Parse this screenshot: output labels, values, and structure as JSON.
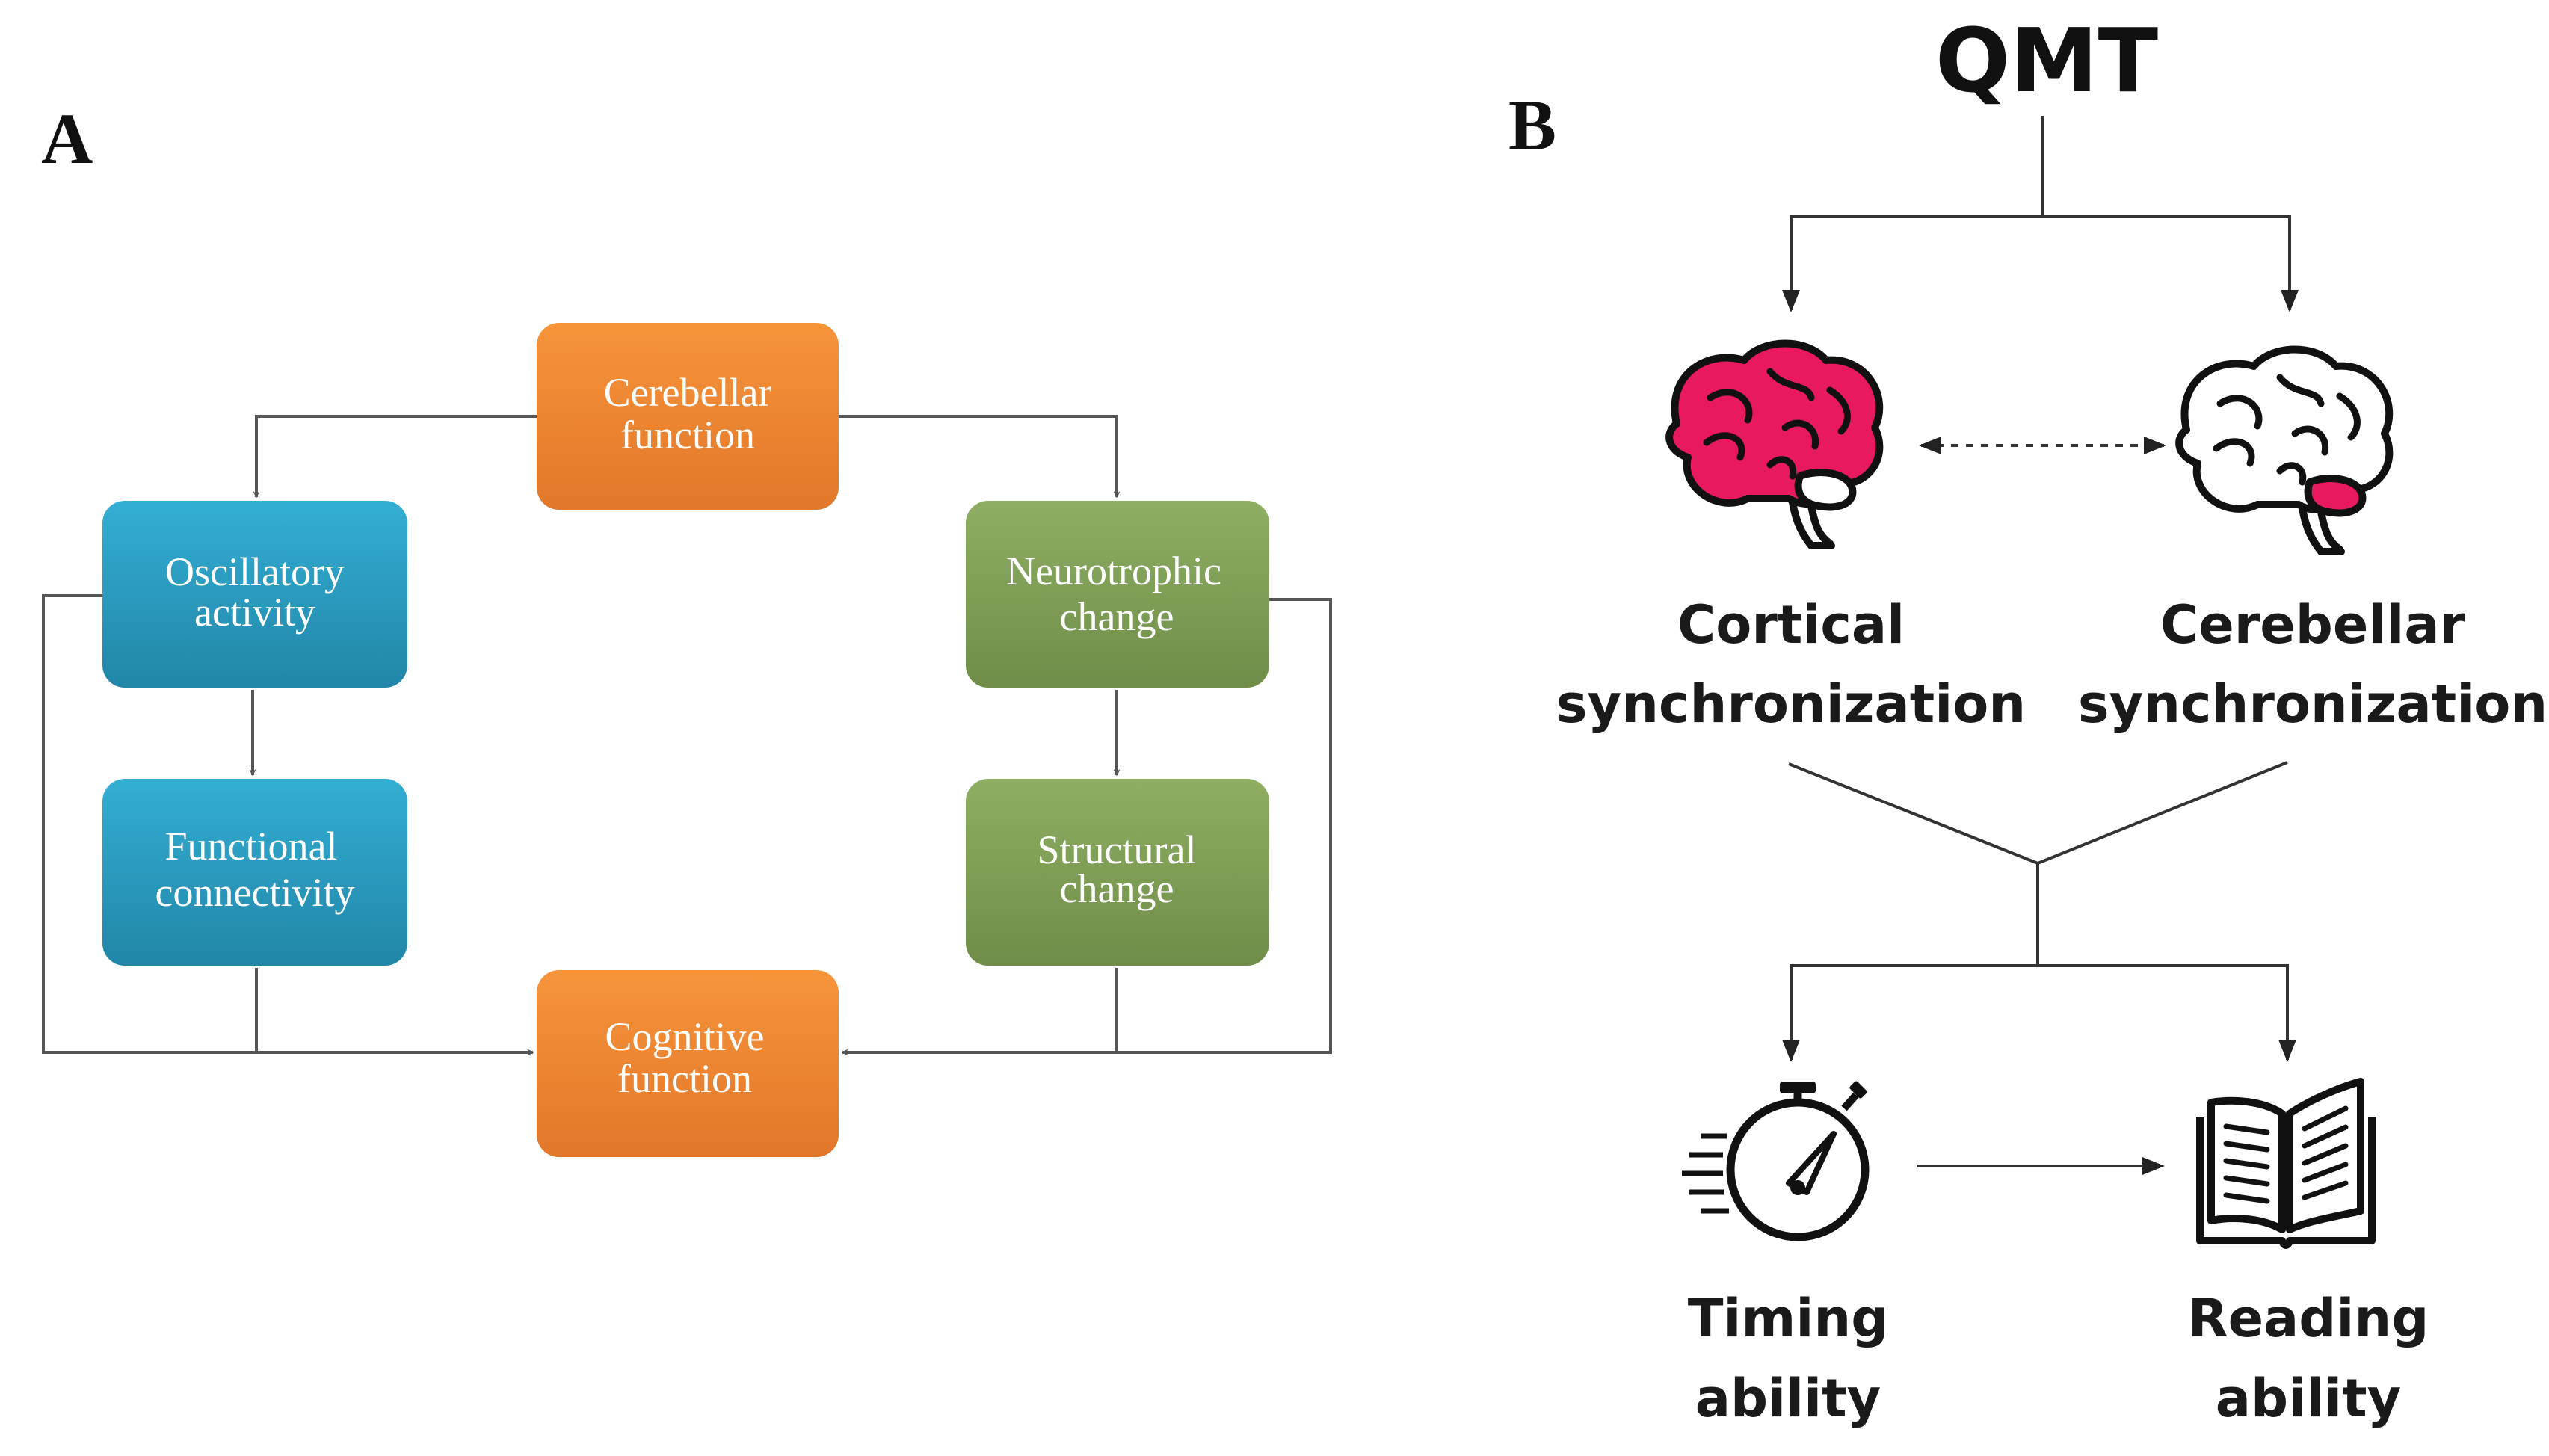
{
  "panel_a": {
    "label": "A",
    "boxes": {
      "cerebellar_function": [
        "Cerebellar",
        "function"
      ],
      "oscillatory_activity": [
        "Oscillatory",
        "activity"
      ],
      "neurotrophic_change": [
        "Neurotrophic",
        "change"
      ],
      "functional_connectivity": [
        "Functional",
        "connectivity"
      ],
      "structural_change": [
        "Structural",
        "change"
      ],
      "cognitive_function": [
        "Cognitive",
        "function"
      ]
    },
    "colors": {
      "orange": "#f0852f",
      "blue": "#2a9fc4",
      "green": "#7f9e55"
    }
  },
  "panel_b": {
    "label": "B",
    "title": "QMT",
    "cortical": [
      "Cortical",
      "synchronization"
    ],
    "cerebellar": [
      "Cerebellar",
      "synchronization"
    ],
    "timing": [
      "Timing",
      "ability"
    ],
    "reading": [
      "Reading",
      "ability"
    ],
    "icons": [
      "brain-cortex-highlighted-icon",
      "brain-cerebellum-highlighted-icon",
      "stopwatch-icon",
      "open-book-icon"
    ],
    "highlight_color": "#e8195e"
  }
}
